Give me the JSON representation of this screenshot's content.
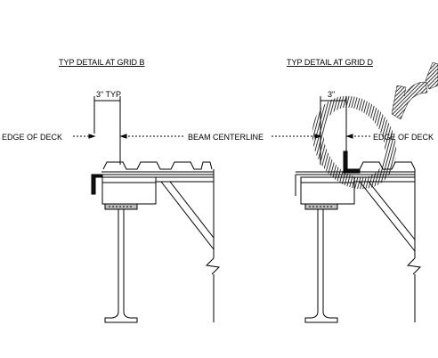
{
  "details": {
    "left_title": "TYP DETAIL AT GRID B",
    "right_title": "TYP DETAIL AT GRID D"
  },
  "labels": {
    "left_dimension": "3\" TYP",
    "right_dimension": "3\"",
    "edge_of_deck_left": "EDGE OF DECK",
    "beam_centerline": "BEAM CENTERLINE",
    "edge_of_deck_right": "EDGE OF DECK"
  },
  "watermark": {
    "text": "Or",
    "color": "#000000"
  }
}
